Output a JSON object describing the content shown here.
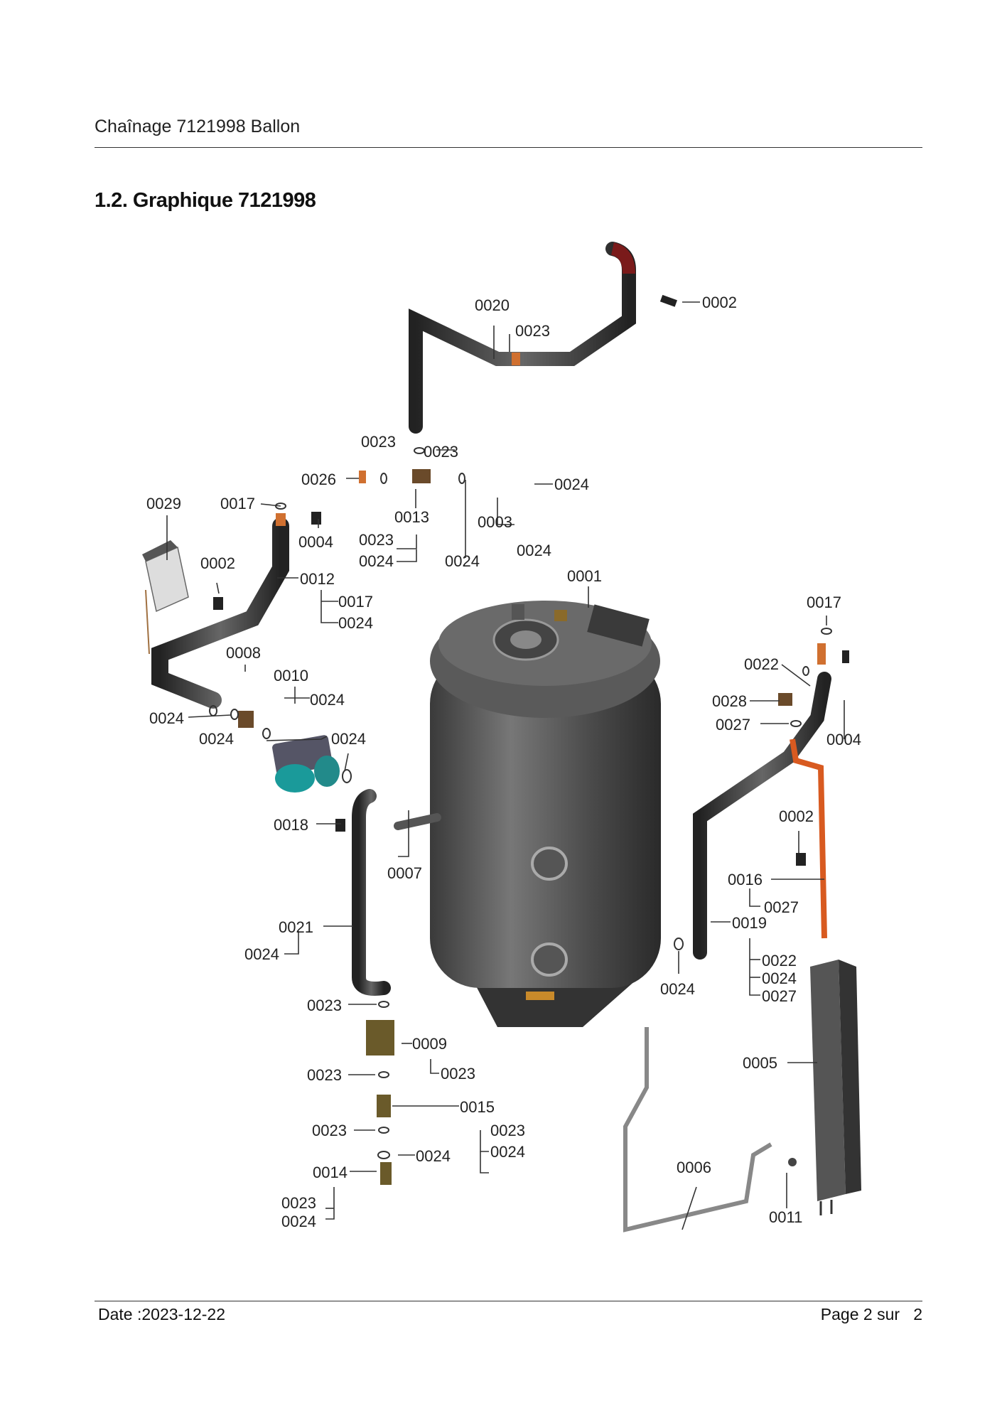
{
  "header": {
    "title": "Chaînage 7121998 Ballon"
  },
  "section": {
    "title": "1.2. Graphique 7121998"
  },
  "footer": {
    "date": "Date :2023-12-22",
    "page_prefix": "Page 2 sur",
    "page_total": "2"
  },
  "diagram": {
    "labels": [
      {
        "id": "l0020a",
        "text": "0020"
      },
      {
        "id": "l0023a",
        "text": "0023"
      },
      {
        "id": "l0002a",
        "text": "0002"
      },
      {
        "id": "l0023b",
        "text": "0023"
      },
      {
        "id": "l0023c",
        "text": "0023"
      },
      {
        "id": "l0026",
        "text": "0026"
      },
      {
        "id": "l0013",
        "text": "0013"
      },
      {
        "id": "l0024a",
        "text": "0024"
      },
      {
        "id": "l0003",
        "text": "0003"
      },
      {
        "id": "l0024b",
        "text": "0024"
      },
      {
        "id": "l0029",
        "text": "0029"
      },
      {
        "id": "l0017a",
        "text": "0017"
      },
      {
        "id": "l0004a",
        "text": "0004"
      },
      {
        "id": "l0023d",
        "text": "0023"
      },
      {
        "id": "l0024c",
        "text": "0024"
      },
      {
        "id": "l0024d",
        "text": "0024"
      },
      {
        "id": "l0002b",
        "text": "0002"
      },
      {
        "id": "l0012",
        "text": "0012"
      },
      {
        "id": "l0017b",
        "text": "0017"
      },
      {
        "id": "l0024e",
        "text": "0024"
      },
      {
        "id": "l0001",
        "text": "0001"
      },
      {
        "id": "l0017c",
        "text": "0017"
      },
      {
        "id": "l0008",
        "text": "0008"
      },
      {
        "id": "l0010",
        "text": "0010"
      },
      {
        "id": "l0024f",
        "text": "0024"
      },
      {
        "id": "l0022a",
        "text": "0022"
      },
      {
        "id": "l0024g",
        "text": "0024"
      },
      {
        "id": "l0028",
        "text": "0028"
      },
      {
        "id": "l0024h",
        "text": "0024"
      },
      {
        "id": "l0024i",
        "text": "0024"
      },
      {
        "id": "l0027a",
        "text": "0027"
      },
      {
        "id": "l0004b",
        "text": "0004"
      },
      {
        "id": "l0018",
        "text": "0018"
      },
      {
        "id": "l0002c",
        "text": "0002"
      },
      {
        "id": "l0007",
        "text": "0007"
      },
      {
        "id": "l0016",
        "text": "0016"
      },
      {
        "id": "l0027b",
        "text": "0027"
      },
      {
        "id": "l0021",
        "text": "0021"
      },
      {
        "id": "l0019",
        "text": "0019"
      },
      {
        "id": "l0024j",
        "text": "0024"
      },
      {
        "id": "l0022b",
        "text": "0022"
      },
      {
        "id": "l0024k",
        "text": "0024"
      },
      {
        "id": "l0024l",
        "text": "0024"
      },
      {
        "id": "l0027c",
        "text": "0027"
      },
      {
        "id": "l0023e",
        "text": "0023"
      },
      {
        "id": "l0009",
        "text": "0009"
      },
      {
        "id": "l0005",
        "text": "0005"
      },
      {
        "id": "l0023f",
        "text": "0023"
      },
      {
        "id": "l0023g",
        "text": "0023"
      },
      {
        "id": "l0015",
        "text": "0015"
      },
      {
        "id": "l0023h",
        "text": "0023"
      },
      {
        "id": "l0023i",
        "text": "0023"
      },
      {
        "id": "l0024m",
        "text": "0024"
      },
      {
        "id": "l0024n",
        "text": "0024"
      },
      {
        "id": "l0006",
        "text": "0006"
      },
      {
        "id": "l0014",
        "text": "0014"
      },
      {
        "id": "l0011",
        "text": "0011"
      },
      {
        "id": "l0023j",
        "text": "0023"
      },
      {
        "id": "l0024o",
        "text": "0024"
      }
    ]
  }
}
